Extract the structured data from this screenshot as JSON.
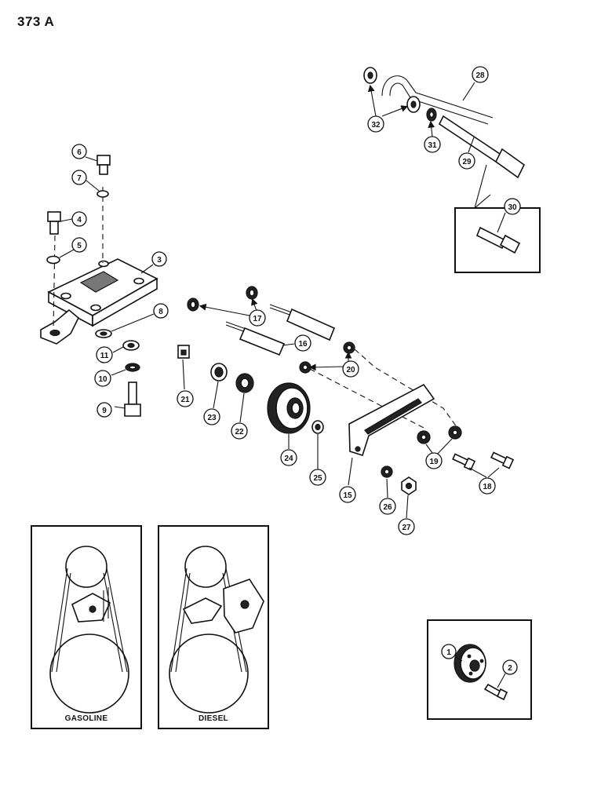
{
  "page": {
    "number": "373 A"
  },
  "callouts": {
    "c1": "1",
    "c2": "2",
    "c3": "3",
    "c4": "4",
    "c5": "5",
    "c6": "6",
    "c7": "7",
    "c8": "8",
    "c9": "9",
    "c10": "10",
    "c11": "11",
    "c15": "15",
    "c16": "16",
    "c17": "17",
    "c18": "18",
    "c19": "19",
    "c20": "20",
    "c21": "21",
    "c22": "22",
    "c23": "23",
    "c24": "24",
    "c25": "25",
    "c26": "26",
    "c27": "27",
    "c28": "28",
    "c29": "29",
    "c30": "30",
    "c31": "31",
    "c32": "32"
  },
  "insets": {
    "gasoline": "GASOLINE",
    "diesel": "DIESEL"
  }
}
